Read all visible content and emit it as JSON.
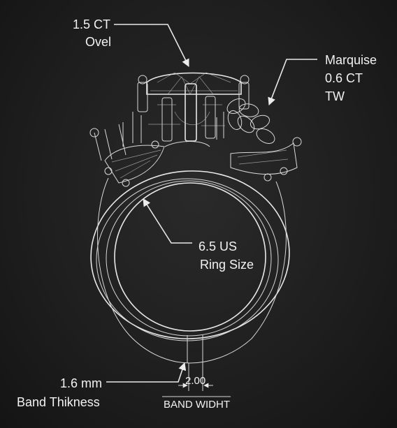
{
  "labels": {
    "center_stone": {
      "weight": "1.5 CT",
      "shape": "Ovel"
    },
    "side_stones": {
      "shape": "Marquise",
      "weight": "0.6 CT",
      "unit": "TW"
    },
    "ring_size": {
      "value": "6.5 US",
      "caption": "Ring Size"
    },
    "band_thickness": {
      "value": "1.6 mm",
      "caption": "Band Thikness"
    },
    "band_width": {
      "value": "2.00",
      "caption": "BAND WIDHT"
    }
  },
  "colors": {
    "background": "#1f1f1f",
    "chalk": "#eeeeee"
  }
}
